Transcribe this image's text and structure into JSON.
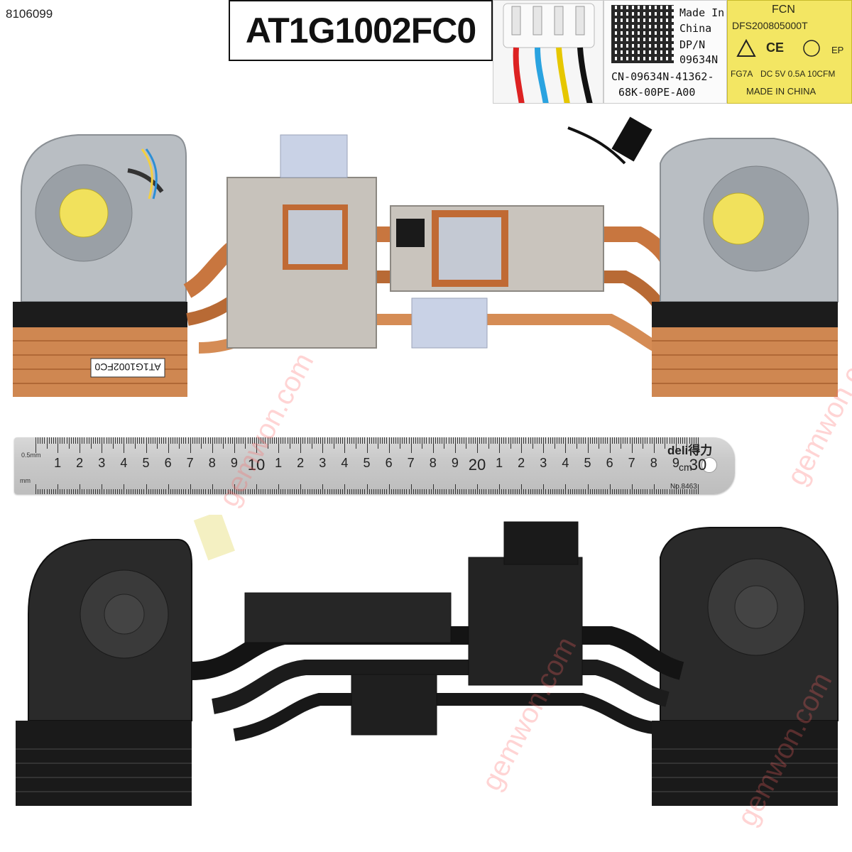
{
  "product_id": "8106099",
  "part_label": "AT1G1002FC0",
  "dell_label": {
    "made_in": "Made In",
    "country": "China",
    "dpn_label": "DP/N",
    "dpn": "09634N",
    "cn_line1": "CN-09634N-41362-",
    "cn_line2": "68K-00PE-A00"
  },
  "fan_label": {
    "brand": "FCN",
    "model": "DFS200805000T",
    "certs": "CE",
    "cert_ep": "EP",
    "spec_code": "FG7A",
    "spec": "DC 5V 0.5A 10CFM",
    "origin": "MADE IN CHINA"
  },
  "heatsink_sticker": "AT1G1002FC0",
  "ruler": {
    "brand": "deli得力",
    "unit": "cm",
    "model_no": "No.8463",
    "min_label": "0.5mm",
    "mm_label": "mm",
    "numbers": [
      "1",
      "2",
      "3",
      "4",
      "5",
      "6",
      "7",
      "8",
      "9",
      "10",
      "1",
      "2",
      "3",
      "4",
      "5",
      "6",
      "7",
      "8",
      "9",
      "20",
      "1",
      "2",
      "3",
      "4",
      "5",
      "6",
      "7",
      "8",
      "9",
      "30"
    ]
  },
  "watermark": "gemwon.com",
  "colors": {
    "copper": "#c8763f",
    "copper_light": "#e0a06a",
    "silver": "#c4c4c4",
    "fan_sticker": "#f3e663",
    "black_part": "#262626"
  }
}
